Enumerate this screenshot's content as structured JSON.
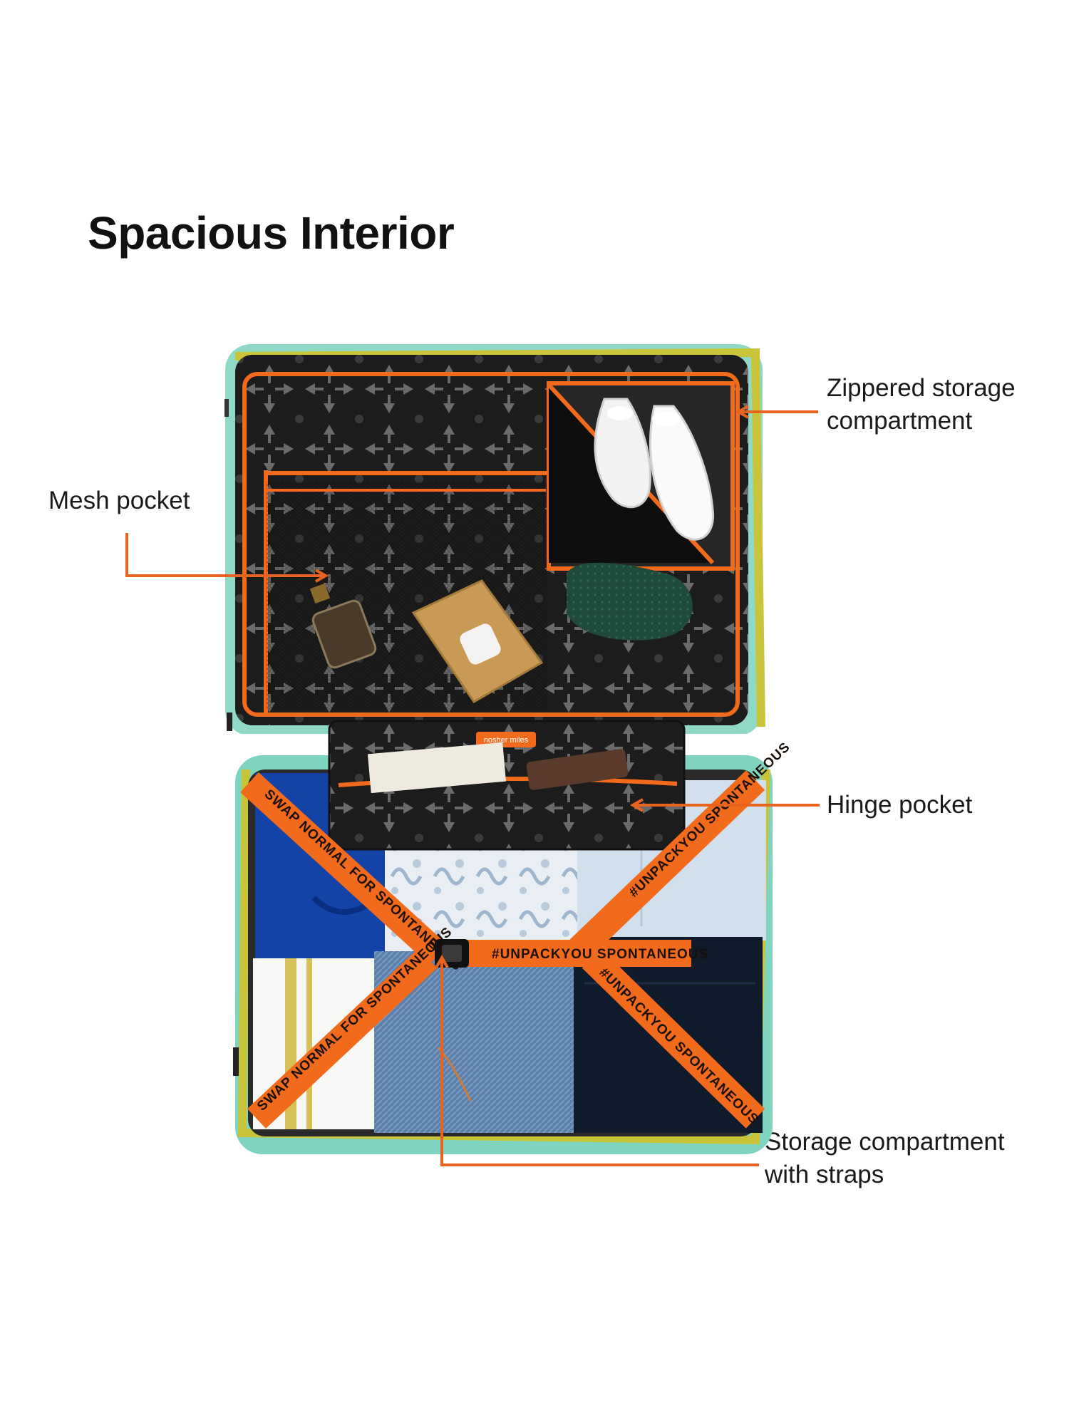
{
  "title": "Spacious Interior",
  "callouts": {
    "zippered": {
      "line1": "Zippered storage",
      "line2": "compartment"
    },
    "mesh": {
      "line1": "Mesh pocket"
    },
    "hinge": {
      "line1": "Hinge pocket"
    },
    "straps": {
      "line1": "Storage compartment",
      "line2": "with straps"
    }
  },
  "brand_tag": "nosher miles",
  "strap_texts": {
    "diag_a": "SWAP NORMAL FOR SPONTANEOUS",
    "diag_b": "#UNPACKYOU SPONTANEOUS",
    "diag_c": "#UNPACKYOU SPONTANEOUS",
    "diag_d": "SWAP NORMAL FOR SPONTANEOUS",
    "horizontal": "#UNPACKYOU SPONTANEOUS"
  },
  "colors": {
    "accent_orange": "#f26a1b",
    "shell_teal": "#7ed3c0",
    "shell_yellow": "#c8c23a",
    "lining_black": "#1c1c1c"
  }
}
